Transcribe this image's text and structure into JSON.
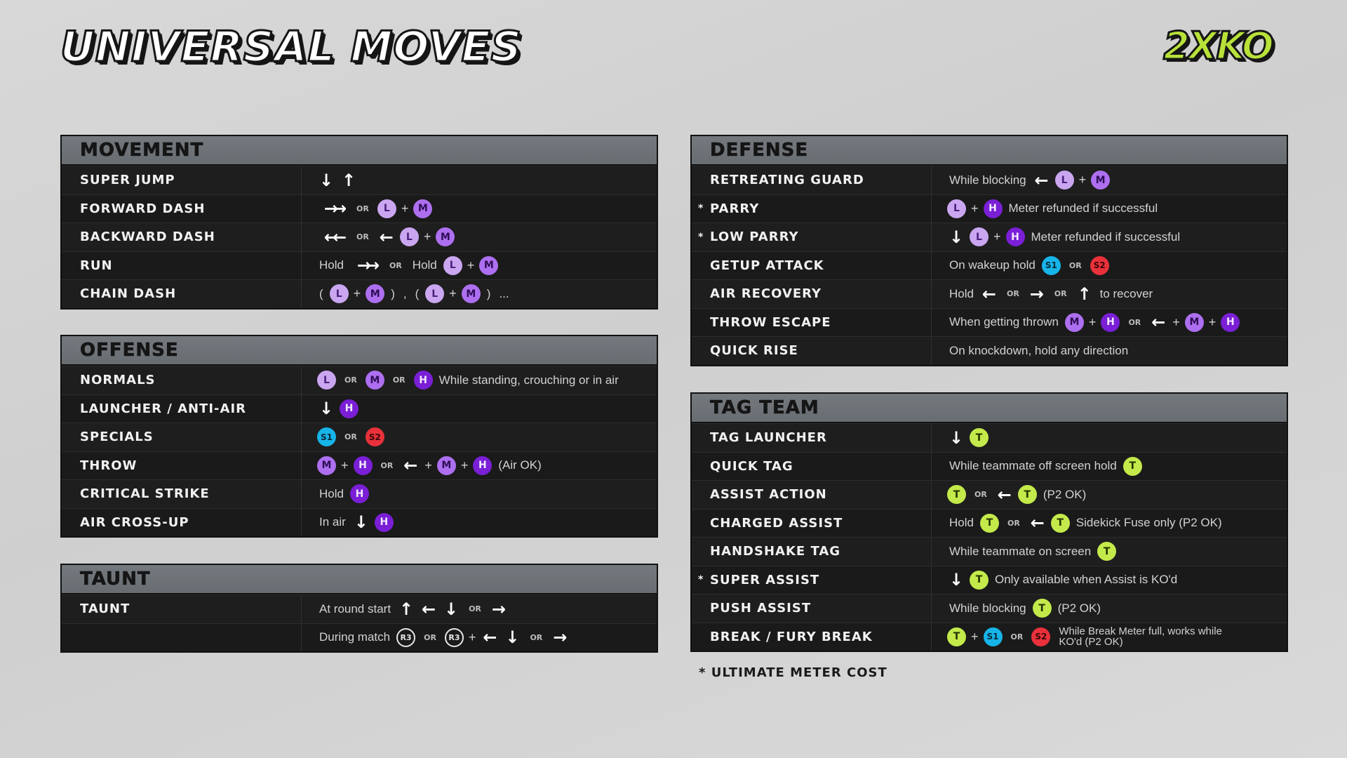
{
  "page": {
    "title": "UNIVERSAL MOVES",
    "logo": "2XKO",
    "footnote_mark": "*",
    "footnote": "ULTIMATE METER COST"
  },
  "colors": {
    "light_button": "#caa6f0",
    "medium_button": "#ad6ff0",
    "heavy_button": "#7a1fd6",
    "special1_button": "#17b4e8",
    "special2_button": "#e8313a",
    "tag_button": "#c3ea4a",
    "logo_green": "#b8e23a"
  },
  "icons": {
    "up": "arrow-up-icon",
    "down": "arrow-down-icon",
    "left": "arrow-left-icon",
    "right": "arrow-right-icon",
    "double_right": "double-arrow-right-icon",
    "double_left": "double-arrow-left-icon"
  },
  "common": {
    "or": "OR",
    "plus": "+",
    "star": "*"
  },
  "buttons": {
    "L": "L",
    "M": "M",
    "H": "H",
    "S1": "S1",
    "S2": "S2",
    "T": "T",
    "R3": "R3"
  },
  "movement": {
    "header": "MOVEMENT",
    "rows": [
      {
        "name": "SUPER JUMP"
      },
      {
        "name": "FORWARD DASH"
      },
      {
        "name": "BACKWARD DASH"
      },
      {
        "name": "RUN",
        "hold": "Hold"
      },
      {
        "name": "CHAIN DASH",
        "open": "(",
        "close": ")",
        "comma": ",",
        "ellipsis": "..."
      }
    ]
  },
  "offense": {
    "header": "OFFENSE",
    "rows": [
      {
        "name": "NORMALS",
        "note": "While standing, crouching or in air"
      },
      {
        "name": "LAUNCHER / ANTI-AIR"
      },
      {
        "name": "SPECIALS"
      },
      {
        "name": "THROW",
        "note": "(Air OK)"
      },
      {
        "name": "CRITICAL STRIKE",
        "pre": "Hold"
      },
      {
        "name": "AIR CROSS-UP",
        "pre": "In air"
      }
    ]
  },
  "taunt": {
    "header": "TAUNT",
    "rows": [
      {
        "name": "TAUNT",
        "pre": "At round start"
      },
      {
        "name": "",
        "pre": "During match"
      }
    ]
  },
  "defense": {
    "header": "DEFENSE",
    "rows": [
      {
        "name": "RETREATING GUARD",
        "pre": "While blocking"
      },
      {
        "name": "PARRY",
        "note": "Meter refunded if successful"
      },
      {
        "name": "LOW PARRY",
        "note": "Meter refunded if successful"
      },
      {
        "name": "GETUP ATTACK",
        "pre": "On wakeup hold"
      },
      {
        "name": "AIR RECOVERY",
        "pre": "Hold",
        "note": "to recover"
      },
      {
        "name": "THROW ESCAPE",
        "pre": "When getting thrown"
      },
      {
        "name": "QUICK RISE",
        "pre": "On knockdown, hold any direction"
      }
    ]
  },
  "tagteam": {
    "header": "TAG TEAM",
    "rows": [
      {
        "name": "TAG LAUNCHER"
      },
      {
        "name": "QUICK TAG",
        "pre": "While teammate off screen hold"
      },
      {
        "name": "ASSIST ACTION",
        "note": "(P2 OK)"
      },
      {
        "name": "CHARGED ASSIST",
        "pre": "Hold",
        "note": "Sidekick Fuse only (P2 OK)"
      },
      {
        "name": "HANDSHAKE TAG",
        "pre": "While teammate on screen"
      },
      {
        "name": "SUPER ASSIST",
        "note": "Only available when Assist is KO'd"
      },
      {
        "name": "PUSH ASSIST",
        "pre": "While blocking",
        "note": "(P2 OK)"
      },
      {
        "name": "BREAK / FURY BREAK",
        "note": "While Break Meter full, works while KO'd (P2 OK)"
      }
    ]
  }
}
